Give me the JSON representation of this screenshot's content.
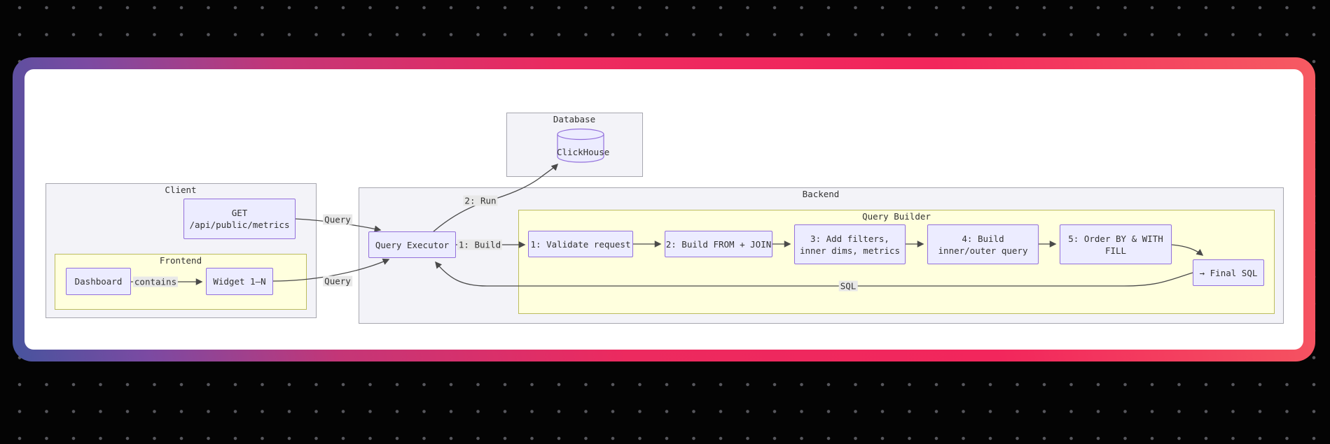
{
  "colors": {
    "page_background": "#040404",
    "dot_grid": "#57575d",
    "frame_gradient": [
      "#47549e",
      "#7b4aa2",
      "#ec2a5f",
      "#f65b62"
    ],
    "card_background": "#ffffff",
    "node_fill": "#ECECFF",
    "node_border": "#9370DB",
    "cluster_fill": "#f3f3f8",
    "cluster_border": "#a7a7af",
    "inner_cluster_fill": "#ffffde",
    "inner_cluster_border": "#bcbc5e",
    "edge_line": "#4a4a4a",
    "edge_label_bg": "#e8e8e8",
    "text": "#333333"
  },
  "diagram": {
    "clusters": {
      "database": {
        "label": "Database"
      },
      "client": {
        "label": "Client"
      },
      "frontend": {
        "label": "Frontend"
      },
      "backend": {
        "label": "Backend"
      },
      "query_builder": {
        "label": "Query Builder"
      }
    },
    "nodes": {
      "clickhouse": {
        "label": "ClickHouse"
      },
      "get_endpoint": {
        "line1": "GET",
        "line2": "/api/public/metrics"
      },
      "dashboard": {
        "label": "Dashboard"
      },
      "widget": {
        "label": "Widget 1–N"
      },
      "query_executor": {
        "label": "Query Executor"
      },
      "step1": {
        "label": "1: Validate request"
      },
      "step2": {
        "label": "2: Build FROM + JOIN"
      },
      "step3": {
        "line1": "3: Add filters,",
        "line2": "inner dims, metrics"
      },
      "step4": {
        "line1": "4: Build",
        "line2": "inner/outer query"
      },
      "step5": {
        "line1": "5: Order BY & WITH",
        "line2": "FILL"
      },
      "final_sql": {
        "label": "→ Final SQL"
      }
    },
    "edge_labels": {
      "query_from_get": "Query",
      "query_from_widget": "Query",
      "contains": "contains",
      "run": "2: Run",
      "build": "1: Build",
      "sql": "SQL"
    }
  }
}
